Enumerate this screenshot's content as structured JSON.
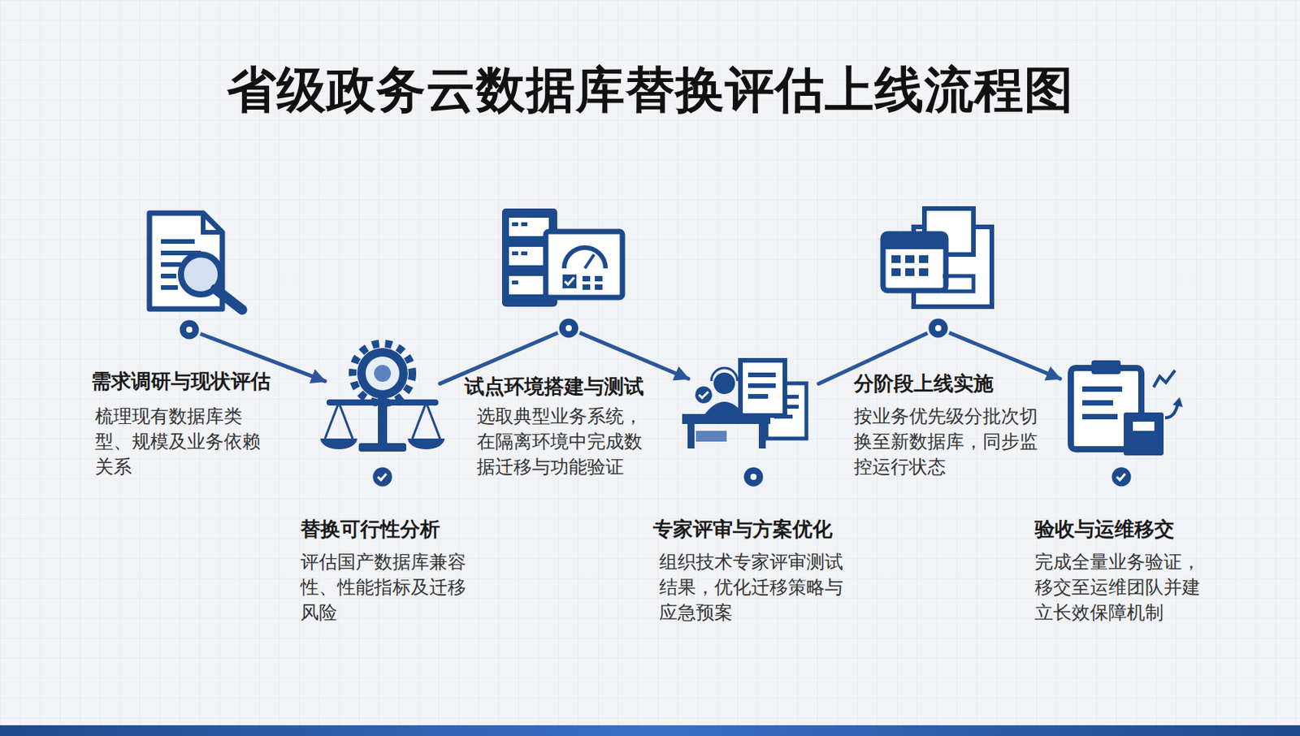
{
  "diagram": {
    "title": "省级政务云数据库替换评估上线流程图",
    "nodes": [
      {
        "text": [
          "需求调研与现状评估",
          "梳理现有数据库类型、规模及业务依赖关系"
        ]
      },
      {
        "text": [
          "替换可行性分析",
          "评估国产数据库兼容性、性能指标及迁移风险"
        ]
      },
      {
        "text": [
          "试点环境搭建与测试",
          "选取典型业务系统，在隔离环境中完成数据迁移与功能验证"
        ]
      },
      {
        "text": [
          "专家评审与方案优化",
          "组织技术专家评审测试结果，优化迁移策略与应急预案"
        ]
      },
      {
        "text": [
          "分阶段上线实施",
          "按业务优先级分批次切换至新数据库，同步监控运行状态"
        ]
      },
      {
        "text": [
          "验收与运维移交",
          "完成全量业务验证，移交至运维团队并建立长效保障机制"
        ]
      }
    ],
    "edges": [
      {
        "from": 0,
        "to": 1,
        "arrow": "to"
      },
      {
        "from": 1,
        "to": 2,
        "arrow": "none"
      },
      {
        "from": 2,
        "to": 3,
        "arrow": "to"
      },
      {
        "from": 3,
        "to": 4,
        "arrow": "none"
      },
      {
        "from": 4,
        "to": 5,
        "arrow": "to"
      }
    ]
  }
}
